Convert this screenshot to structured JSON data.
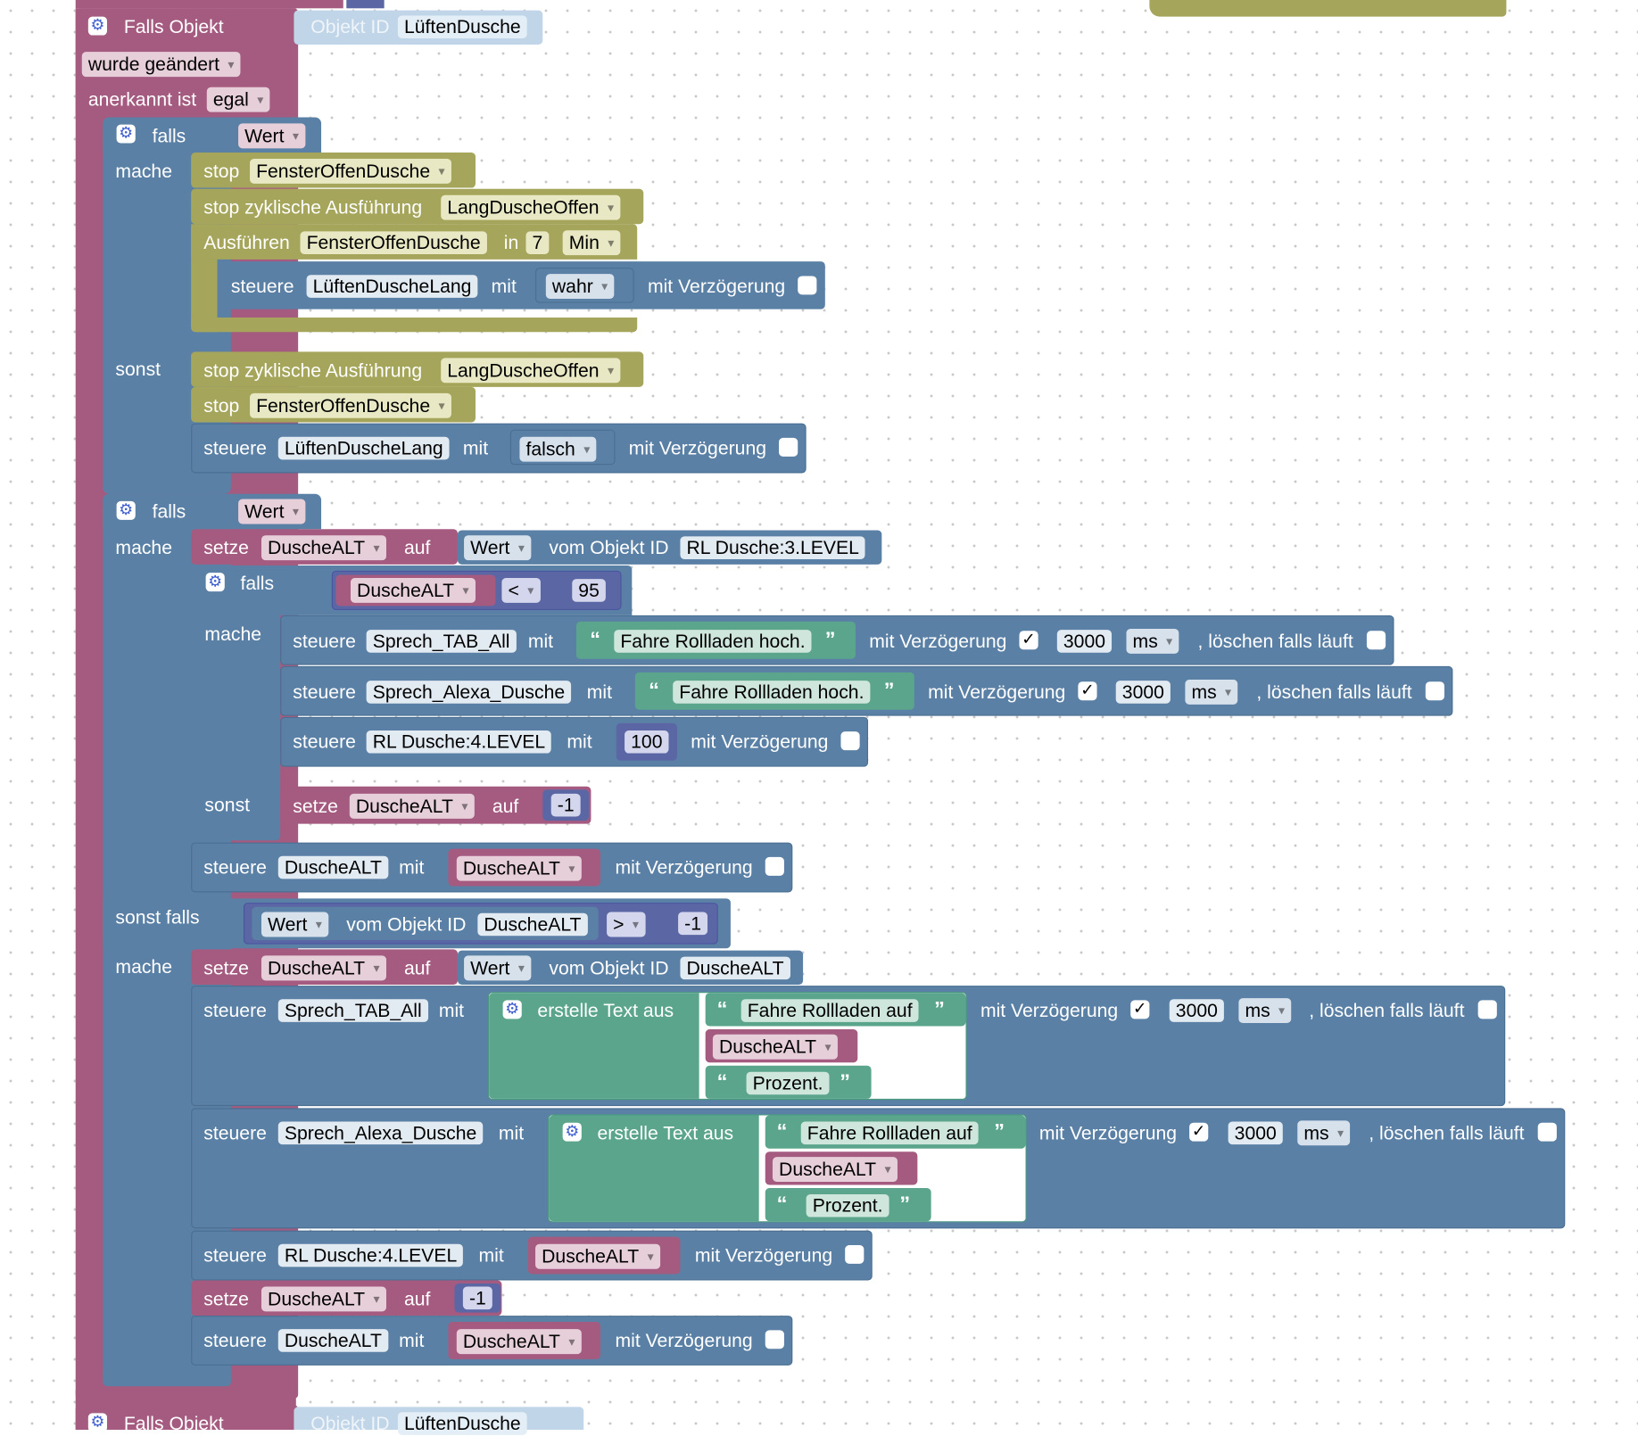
{
  "event": {
    "header": "Falls Objekt",
    "object_id_label": "Objekt ID",
    "object_id": "LüftenDusche",
    "trigger": "wurde geändert",
    "ack_label": "anerkannt ist",
    "ack_value": "egal"
  },
  "words": {
    "falls": "falls",
    "mache": "mache",
    "sonst": "sonst",
    "sonst_falls": "sonst falls",
    "stop": "stop",
    "stop_cyclic": "stop zyklische Ausführung",
    "ausfuehren": "Ausführen",
    "in": "in",
    "steuere": "steuere",
    "mit": "mit",
    "mit_verzoegerung": "mit Verzögerung",
    "loeschen": ", löschen falls läuft",
    "setze": "setze",
    "auf": "auf",
    "vom_objekt_id": "vom Objekt ID",
    "erstelle_text": "erstelle Text aus",
    "check": "✓",
    "quote_open": "“",
    "quote_close": "”",
    "gear": "⚙"
  },
  "values": {
    "wert": "Wert",
    "timer_fenster": "FensterOffenDusche",
    "timer_lang": "LangDuscheOffen",
    "delay_num": "7",
    "delay_unit": "Min",
    "obj_lueften_lang": "LüftenDuscheLang",
    "wahr": "wahr",
    "falsch": "falsch",
    "var_dusche_alt": "DuscheALT",
    "obj_rl_level3": "RL Dusche:3.LEVEL",
    "obj_rl_level4": "RL Dusche:4.LEVEL",
    "op_less": "<",
    "op_greater": ">",
    "num_95": "95",
    "num_100": "100",
    "num_minus1": "-1",
    "obj_tab": "Sprech_TAB_All",
    "obj_alexa": "Sprech_Alexa_Dusche",
    "obj_dusche_alt": "DuscheALT",
    "text_hoch": "Fahre Rollladen hoch.",
    "text_auf": "Fahre Rollladen auf",
    "text_prozent": "Prozent.",
    "ms_value": "3000",
    "ms_unit": "ms"
  },
  "next_event": {
    "header": "Falls Objekt",
    "object_id_label": "Objekt ID",
    "object_id": "LüftenDusche"
  },
  "colors": {
    "event": "#a55b80",
    "control": "#5b80a5",
    "timer": "#a5a55b",
    "variable": "#a55b80",
    "text": "#5ba58c",
    "number": "#5b67a5"
  }
}
